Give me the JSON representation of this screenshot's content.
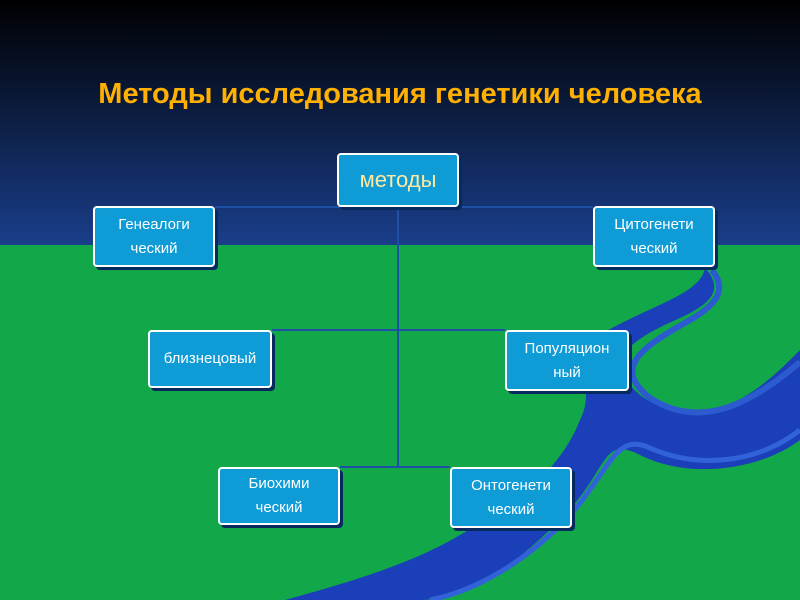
{
  "slide": {
    "title": "Методы исследования генетики человека",
    "colors": {
      "title": "#FFB000",
      "sky_top": "#000000",
      "sky_bottom": "#1A3E8A",
      "grass": "#12A84A",
      "river": "#1B3FB8",
      "node_fill": "#0E9BD6",
      "node_border": "#FFFFFF",
      "connector": "#1E50A8"
    }
  },
  "diagram": {
    "root": "методы",
    "nodes": {
      "genealogical": [
        "Генеалоги",
        "ческий"
      ],
      "cytogenetic": [
        "Цитогенети",
        "ческий"
      ],
      "twin": [
        "близнецовый"
      ],
      "population": [
        "Популяцион",
        "ный"
      ],
      "biochemical": [
        "Биохими",
        "ческий"
      ],
      "ontogenetic": [
        "Онтогенети",
        "ческий"
      ]
    }
  }
}
